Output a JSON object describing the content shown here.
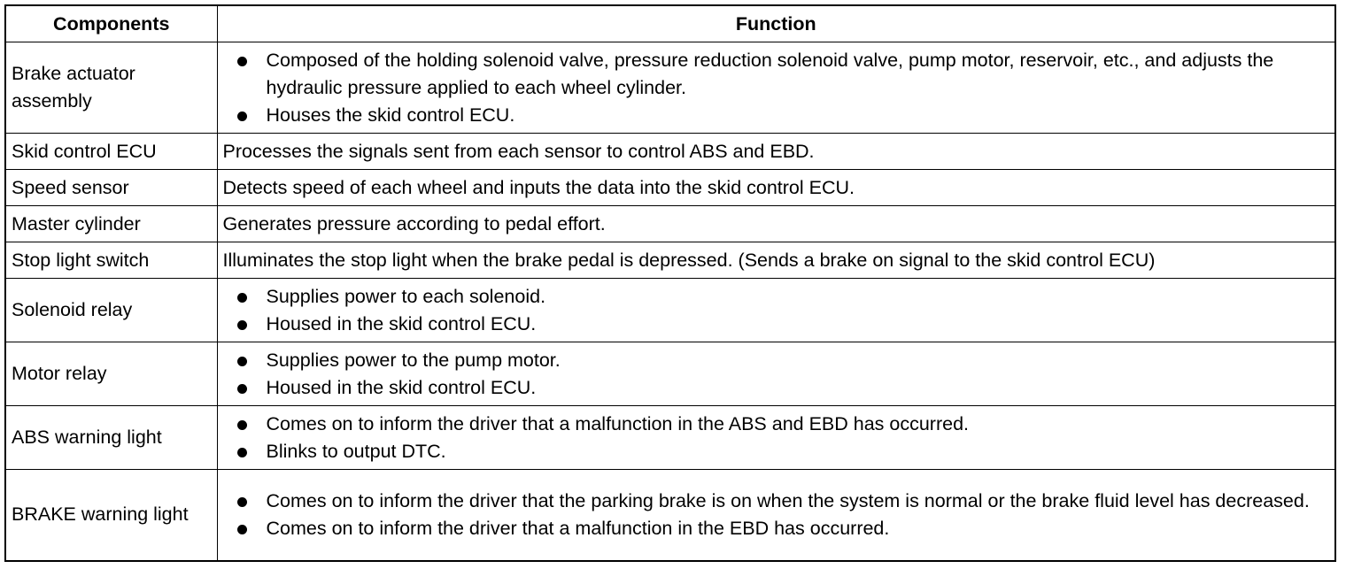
{
  "table": {
    "headers": {
      "components": "Components",
      "function": "Function"
    },
    "rows": [
      {
        "component": "Brake actuator assembly",
        "bullets": [
          "Composed of the holding solenoid valve, pressure reduction solenoid valve, pump motor, reservoir, etc., and adjusts the hydraulic pressure applied to each wheel cylinder.",
          "Houses the skid control ECU."
        ]
      },
      {
        "component": "Skid control ECU",
        "text": "Processes the signals sent from each sensor to control ABS and EBD."
      },
      {
        "component": "Speed sensor",
        "text": "Detects speed of each wheel and inputs the data into the skid control ECU."
      },
      {
        "component": "Master cylinder",
        "text": "Generates pressure according to pedal effort."
      },
      {
        "component": "Stop light switch",
        "text": "Illuminates the stop light when the brake pedal is depressed. (Sends a brake on signal to the skid control ECU)"
      },
      {
        "component": "Solenoid relay",
        "bullets": [
          "Supplies power to each solenoid.",
          "Housed in the skid control ECU."
        ]
      },
      {
        "component": "Motor relay",
        "bullets": [
          "Supplies power to the pump motor.",
          "Housed in the skid control ECU."
        ]
      },
      {
        "component": "ABS warning light",
        "bullets": [
          "Comes on to inform the driver that a malfunction in the ABS and EBD has occurred.",
          "Blinks to output DTC."
        ]
      },
      {
        "component": "BRAKE warning light",
        "bullets": [
          "Comes on to inform the driver that the parking brake is on when the system is normal or the brake fluid level has decreased.",
          "Comes on to inform the driver that a malfunction in the EBD has occurred."
        ]
      }
    ]
  }
}
